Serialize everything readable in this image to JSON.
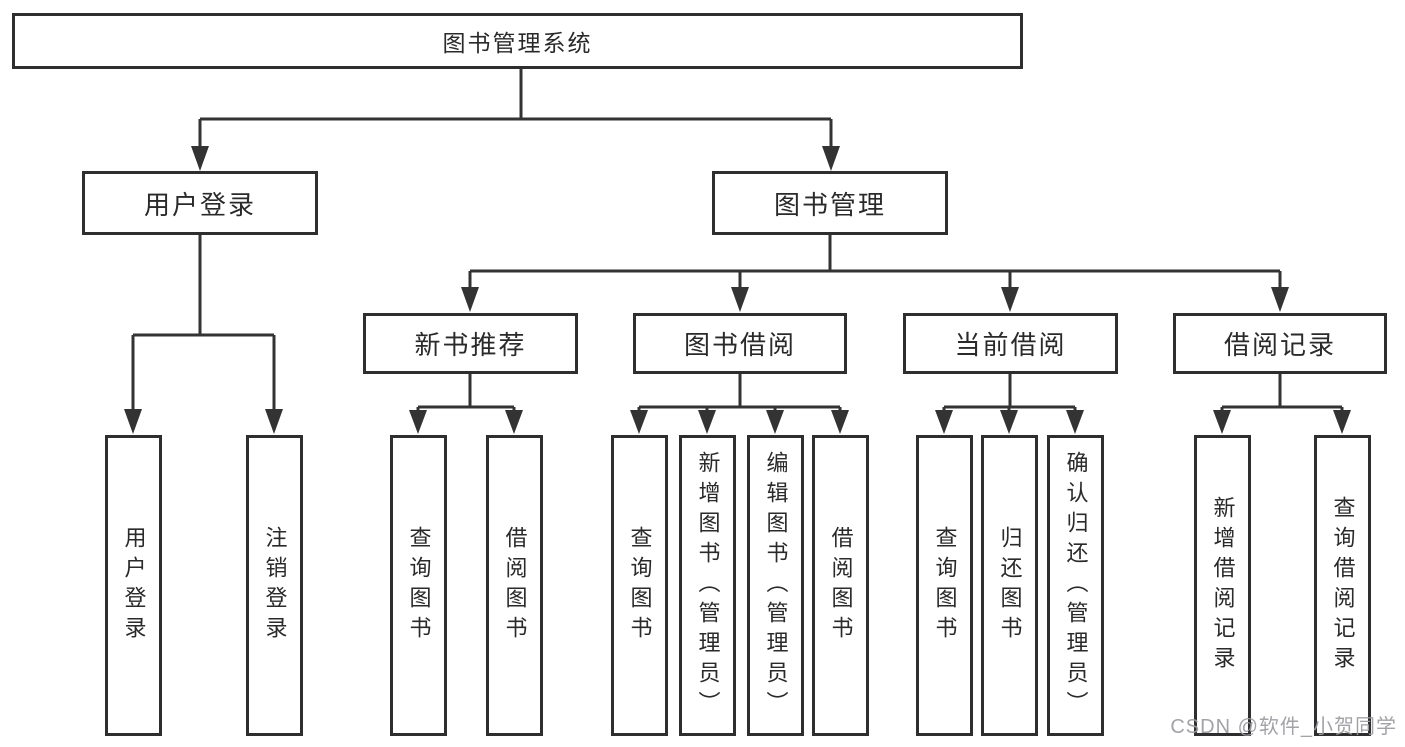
{
  "diagram": {
    "root": {
      "label": "图书管理系统"
    },
    "branches": [
      {
        "label": "用户登录",
        "children": [
          {
            "label": "用户登录"
          },
          {
            "label": "注销登录"
          }
        ]
      },
      {
        "label": "图书管理",
        "children": [
          {
            "label": "新书推荐",
            "children": [
              {
                "label": "查询图书"
              },
              {
                "label": "借阅图书"
              }
            ]
          },
          {
            "label": "图书借阅",
            "children": [
              {
                "label": "查询图书"
              },
              {
                "label": "新增图书（管理员）"
              },
              {
                "label": "编辑图书（管理员）"
              },
              {
                "label": "借阅图书"
              }
            ]
          },
          {
            "label": "当前借阅",
            "children": [
              {
                "label": "查询图书"
              },
              {
                "label": "归还图书"
              },
              {
                "label": "确认归还（管理员）"
              }
            ]
          },
          {
            "label": "借阅记录",
            "children": [
              {
                "label": "新增借阅记录"
              },
              {
                "label": "查询借阅记录"
              }
            ]
          }
        ]
      }
    ],
    "colors": {
      "line": "#333333",
      "border": "#2e2e2e",
      "text": "#2a2a2a",
      "background": "#ffffff",
      "watermark": "#9b9ba0"
    }
  },
  "watermark": {
    "text": "CSDN @软件_小贺同学"
  }
}
